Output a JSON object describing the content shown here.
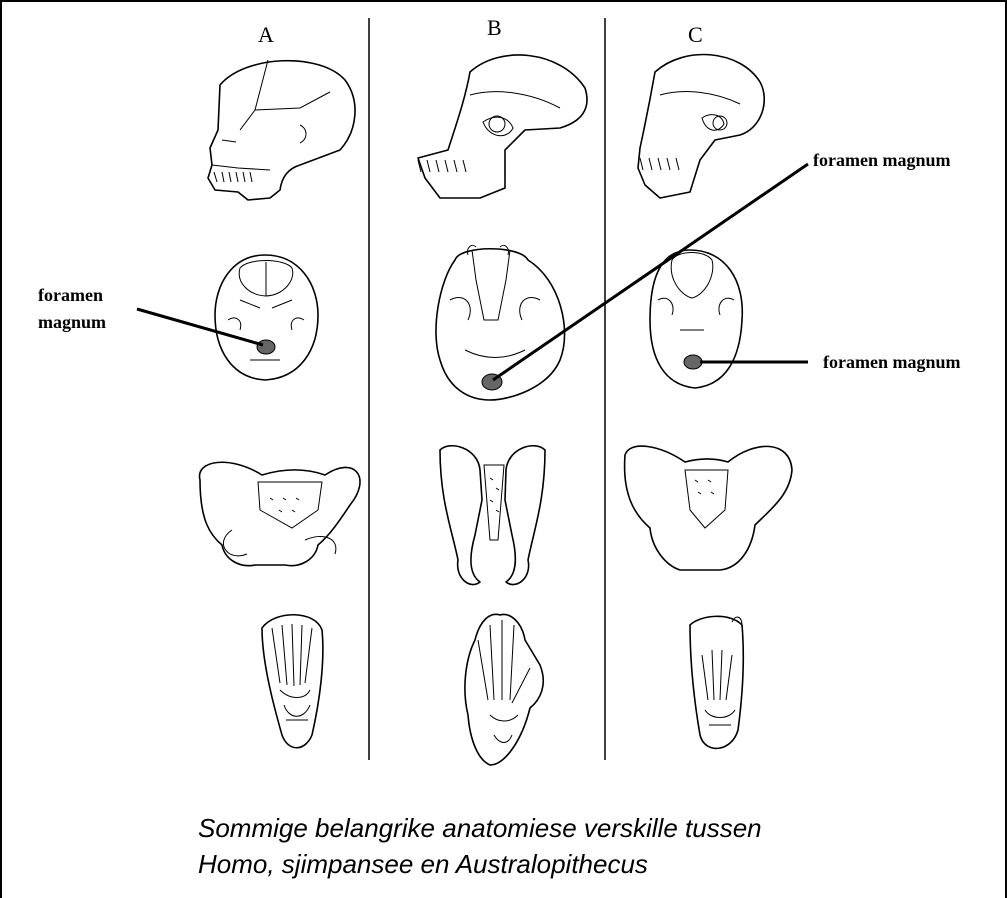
{
  "columns": {
    "a": "A",
    "b": "B",
    "c": "C"
  },
  "labels": {
    "a_line1": "foramen",
    "a_line2": "magnum",
    "b": "foramen magnum",
    "c": "foramen magnum"
  },
  "caption": {
    "line1": "Sommige belangrike anatomiese verskille tussen",
    "line2": "Homo, sjimpansee en Australopithecus"
  },
  "rows": [
    "skull-side",
    "skull-base",
    "pelvis",
    "foot"
  ]
}
